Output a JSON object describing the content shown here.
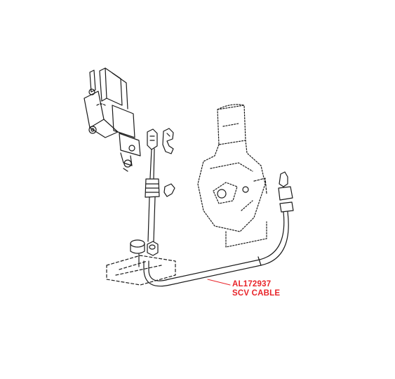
{
  "callout": {
    "part_number": "AL172937",
    "part_name": "SCV CABLE",
    "color": "#e8242a"
  },
  "components": [
    {
      "name": "lever-bracket-assembly"
    },
    {
      "name": "control-valve-housing"
    },
    {
      "name": "cable-end-clip"
    },
    {
      "name": "cable-rod-end"
    },
    {
      "name": "threaded-adjuster"
    },
    {
      "name": "mounting-grommet"
    },
    {
      "name": "scv-cable"
    }
  ]
}
